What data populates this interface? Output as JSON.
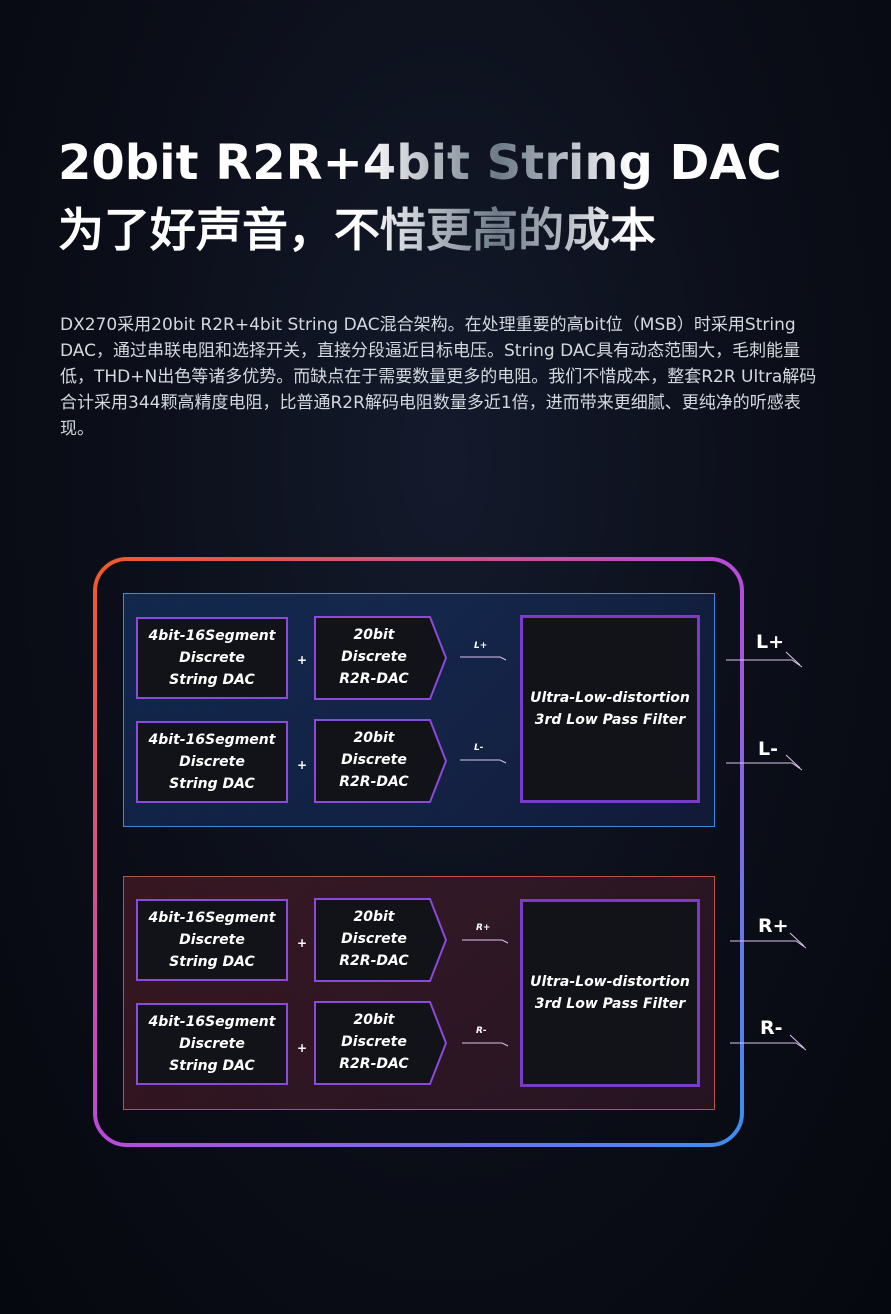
{
  "heading": {
    "line1": "20bit R2R+4bit String DAC",
    "line2": "为了好声音，不惜更高的成本"
  },
  "description": "DX270采用20bit R2R+4bit String DAC混合架构。在处理重要的高bit位（MSB）时采用String DAC，通过串联电阻和选择开关，直接分段逼近目标电压。String DAC具有动态范围大，毛刺能量低，THD+N出色等诸多优势。而缺点在于需要数量更多的电阻。我们不惜成本，整套R2R  Ultra解码合计采用344颗高精度电阻，比普通R2R解码电阻数量多近1倍，进而带来更细腻、更纯净的听感表现。",
  "diagram": {
    "string_dac": [
      "4bit-16Segment",
      "Discrete",
      "String DAC"
    ],
    "r2r_dac": [
      "20bit",
      "Discrete",
      "R2R-DAC"
    ],
    "plus": "+",
    "filter": [
      "Ultra-Low-distortion",
      "3rd Low Pass Filter"
    ],
    "signals": [
      "L+",
      "L-",
      "R+",
      "R-"
    ],
    "outputs": [
      "L+",
      "L-",
      "R+",
      "R-"
    ]
  },
  "colors": {
    "left_channel_border": "#2e8fe6",
    "right_channel_border": "#c0504a",
    "box_border": "#8b4ad8",
    "frame_gradient": [
      "#f05a28",
      "#b94ad8",
      "#3a8ff0"
    ]
  }
}
